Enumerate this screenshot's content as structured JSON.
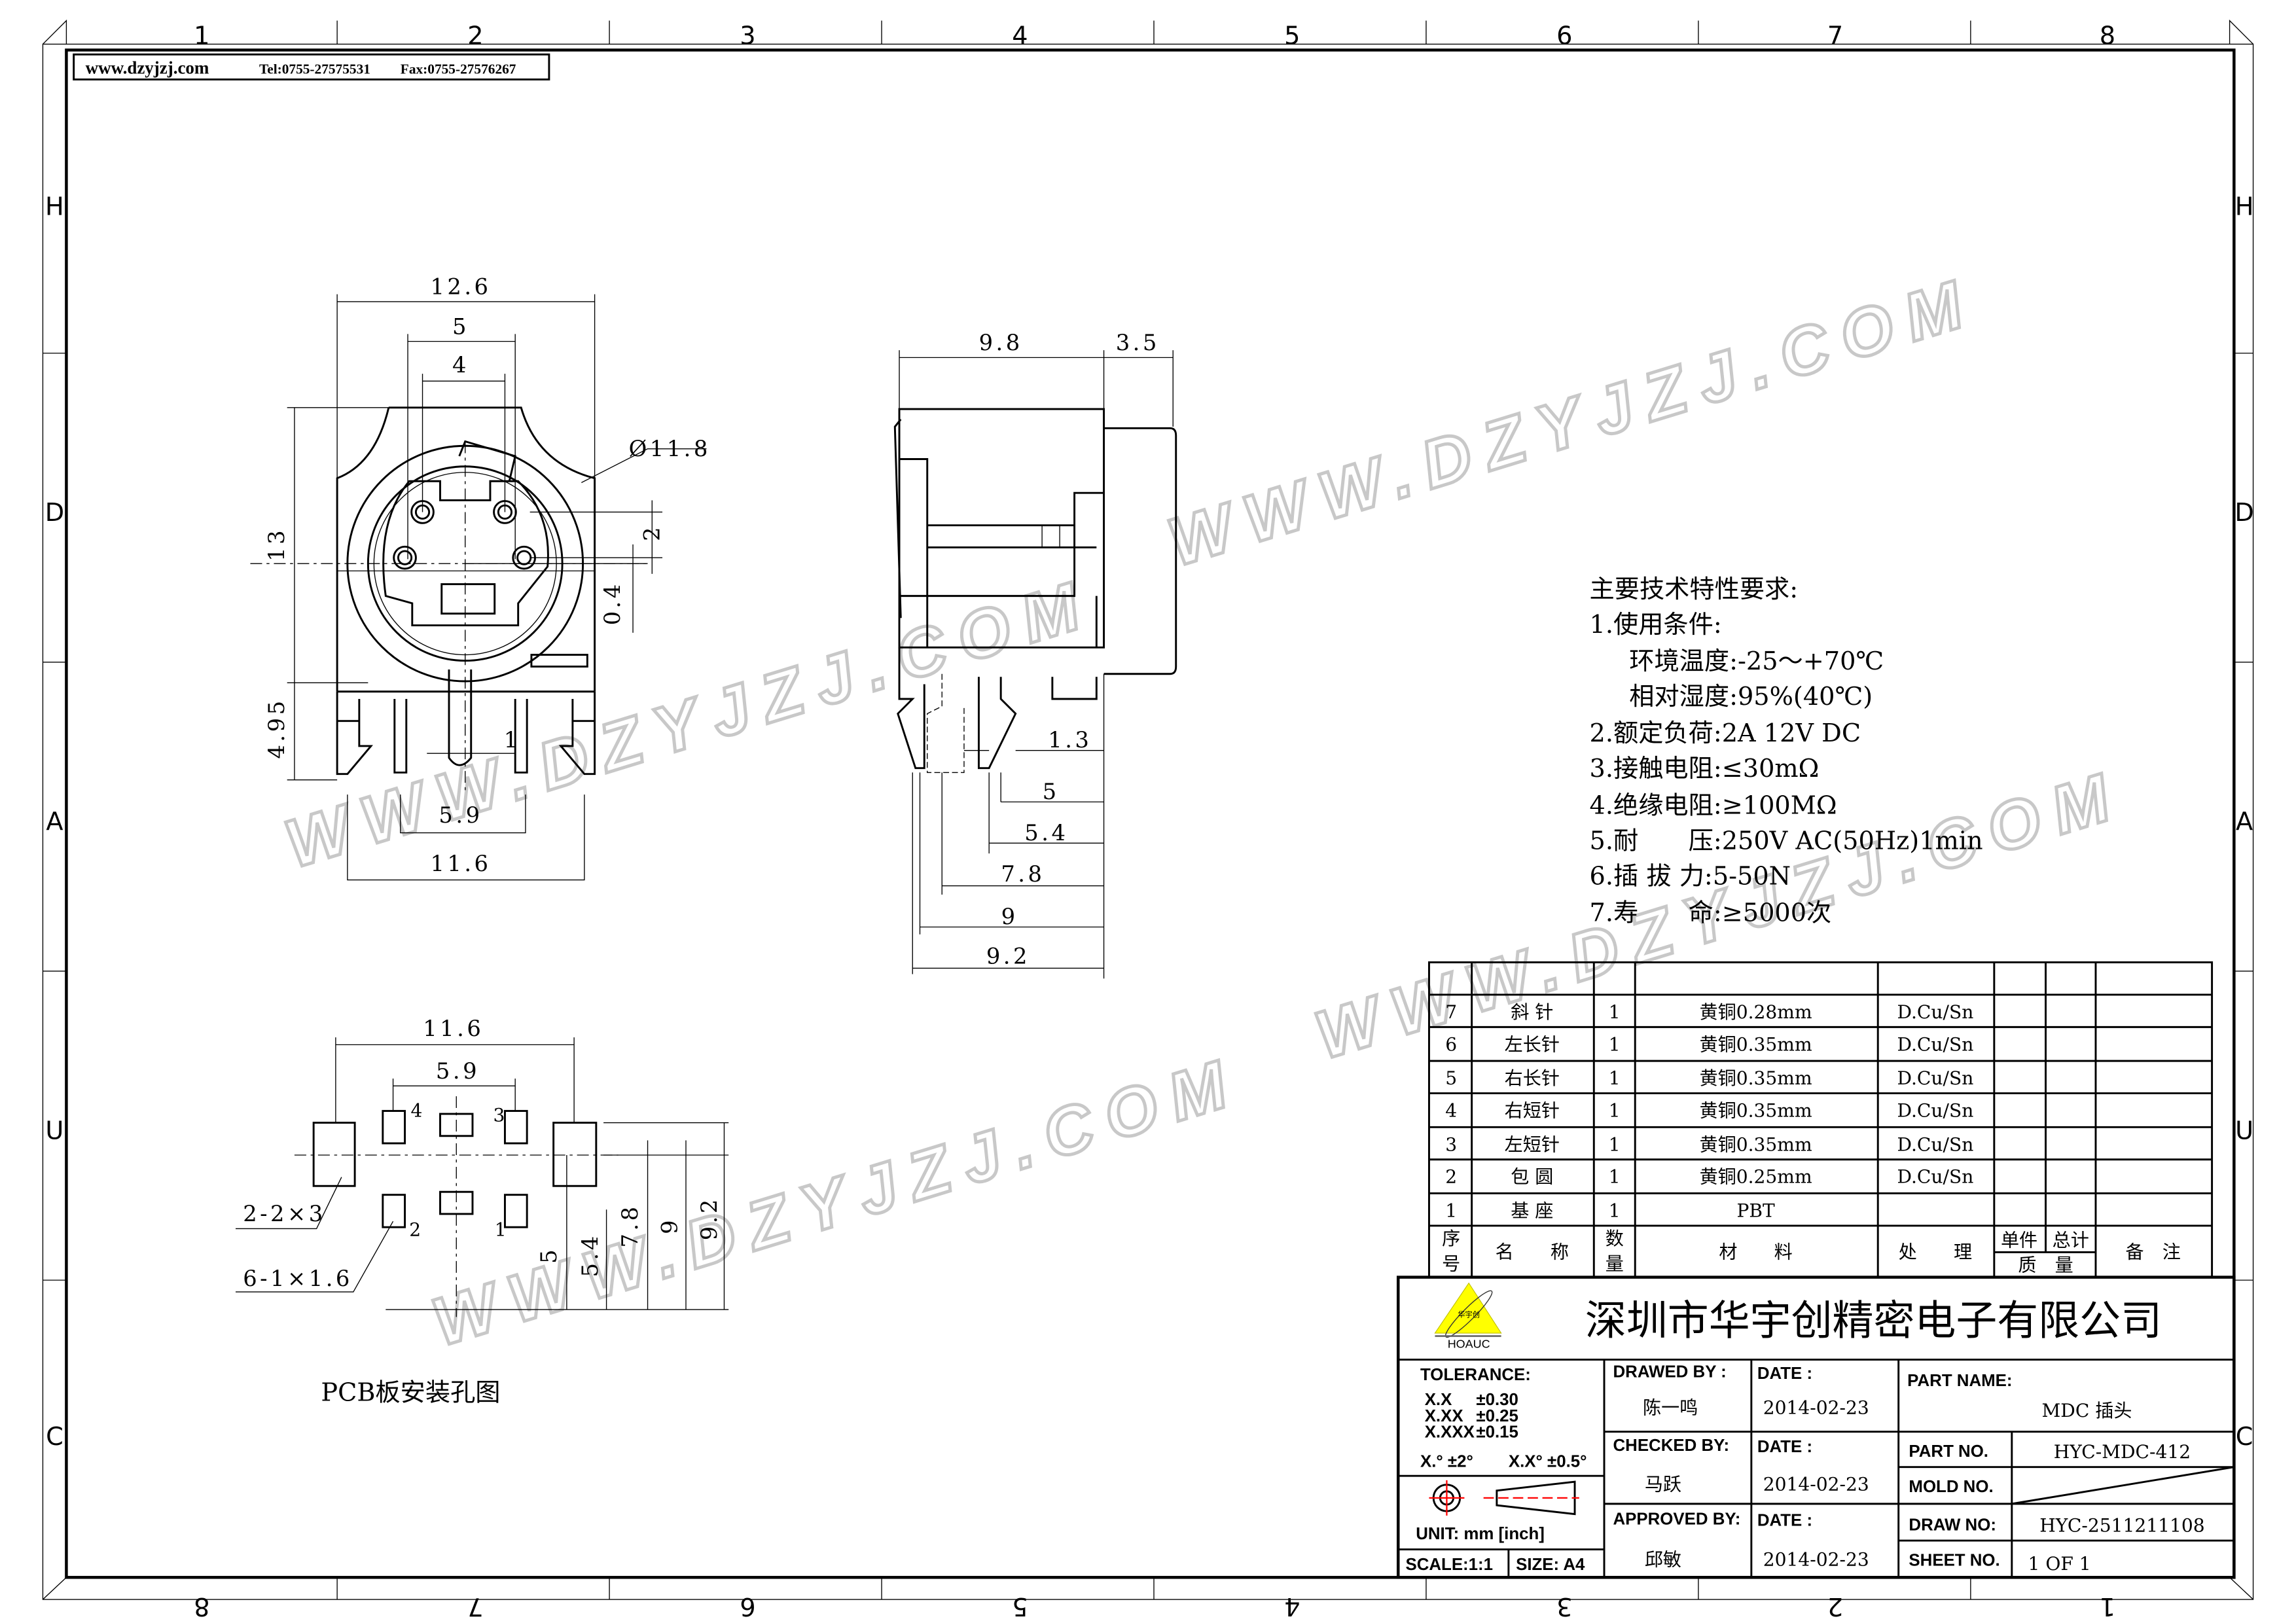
{
  "header": {
    "website": "www.dzyjzj.com",
    "tel": "Tel:0755-27575531",
    "fax": "Fax:0755-27576267"
  },
  "grid": {
    "cols_top": [
      "1",
      "2",
      "3",
      "4",
      "5",
      "6",
      "7",
      "8"
    ],
    "cols_bottom": [
      "8",
      "7",
      "6",
      "5",
      "4",
      "3",
      "2",
      "1"
    ],
    "rows": [
      "H",
      "D",
      "A",
      "U",
      "C"
    ]
  },
  "watermark": "WWW.DZYJZJ.COM",
  "front_view": {
    "width_total": "12.6",
    "pin_span_outer": "5",
    "pin_span_inner": "4",
    "diameter": "Ø11.8",
    "height": "13",
    "leg_height": "4.95",
    "pin_offset": "2",
    "center_offset": "0.4",
    "pin_width": "1",
    "leg_span": "5.9",
    "base_width": "11.6"
  },
  "side_view": {
    "body_depth": "9.8",
    "front_protrusion": "3.5",
    "pin_width": "1.3",
    "d1": "5",
    "d2": "5.4",
    "d3": "7.8",
    "d4": "9",
    "d5": "9.2"
  },
  "pcb": {
    "width": "11.6",
    "pin_span": "5.9",
    "pin_labels": [
      "4",
      "3",
      "2",
      "1"
    ],
    "big_hole": "2-2×3",
    "small_hole": "6-1×1.6",
    "v1": "5",
    "v2": "5.4",
    "v3": "7.8",
    "v4": "9",
    "v5": "9.2",
    "title": "PCB板安装孔图"
  },
  "spec": {
    "title": "主要技术特性要求:",
    "lines": [
      "1.使用条件:",
      "　环境温度:-25～+70℃",
      "　相对湿度:95%(40℃)",
      "2.额定负荷:2A 12V DC",
      "3.接触电阻:≤30mΩ",
      "4.绝缘电阻:≥100MΩ",
      "5.耐　　压:250V AC(50Hz)1min",
      "6.插 拔 力:5-50N",
      "7.寿　　命:≥5000次"
    ]
  },
  "bom": {
    "header": {
      "no": [
        "序",
        "号"
      ],
      "name": "名　　称",
      "qty": [
        "数",
        "量"
      ],
      "material": "材　　料",
      "treatment": "处　　理",
      "unit_weight": "单件",
      "total_weight": "总计",
      "weight": "质　量",
      "remark": "备　注"
    },
    "rows": [
      {
        "no": "7",
        "name": "斜 针",
        "qty": "1",
        "material": "黄铜0.28mm",
        "treatment": "D.Cu/Sn"
      },
      {
        "no": "6",
        "name": "左长针",
        "qty": "1",
        "material": "黄铜0.35mm",
        "treatment": "D.Cu/Sn"
      },
      {
        "no": "5",
        "name": "右长针",
        "qty": "1",
        "material": "黄铜0.35mm",
        "treatment": "D.Cu/Sn"
      },
      {
        "no": "4",
        "name": "右短针",
        "qty": "1",
        "material": "黄铜0.35mm",
        "treatment": "D.Cu/Sn"
      },
      {
        "no": "3",
        "name": "左短针",
        "qty": "1",
        "material": "黄铜0.35mm",
        "treatment": "D.Cu/Sn"
      },
      {
        "no": "2",
        "name": "包 圆",
        "qty": "1",
        "material": "黄铜0.25mm",
        "treatment": "D.Cu/Sn"
      },
      {
        "no": "1",
        "name": "基 座",
        "qty": "1",
        "material": "PBT",
        "treatment": ""
      }
    ]
  },
  "title_block": {
    "logo_text": "HOAUC",
    "logo_cn": "华宇创",
    "company": "深圳市华宇创精密电子有限公司",
    "tolerance_label": "TOLERANCE:",
    "tolerances": [
      [
        "X.X",
        "±0.30"
      ],
      [
        "X.XX",
        "±0.25"
      ],
      [
        "X.XXX",
        "±0.15"
      ]
    ],
    "angle_tol": [
      "X.° ±2°",
      "X.X° ±0.5°"
    ],
    "unit": "UNIT:  mm  [inch]",
    "scale": "SCALE:1:1",
    "size": "SIZE:  A4",
    "drawed_by_label": "DRAWED  BY :",
    "drawed_by": "陈一鸣",
    "checked_by_label": "CHECKED  BY:",
    "checked_by": "马跃",
    "approved_by_label": "APPROVED  BY:",
    "approved_by": "邱敏",
    "date_label": "DATE  :",
    "date1": "2014-02-23",
    "date2": "2014-02-23",
    "date3": "2014-02-23",
    "part_name_label": "PART  NAME:",
    "part_name": "MDC 插头",
    "part_no_label": "PART  NO.",
    "part_no": "HYC-MDC-412",
    "mold_no_label": "MOLD  NO.",
    "draw_no_label": "DRAW  NO:",
    "draw_no": "HYC-2511211108",
    "sheet_no_label": "SHEET  NO.",
    "sheet_no": "1  OF  1"
  },
  "colors": {
    "line": "#000000",
    "logo_yellow": "#ffff00",
    "center_mark": "#ff0000",
    "watermark": "#c8c8c8"
  }
}
